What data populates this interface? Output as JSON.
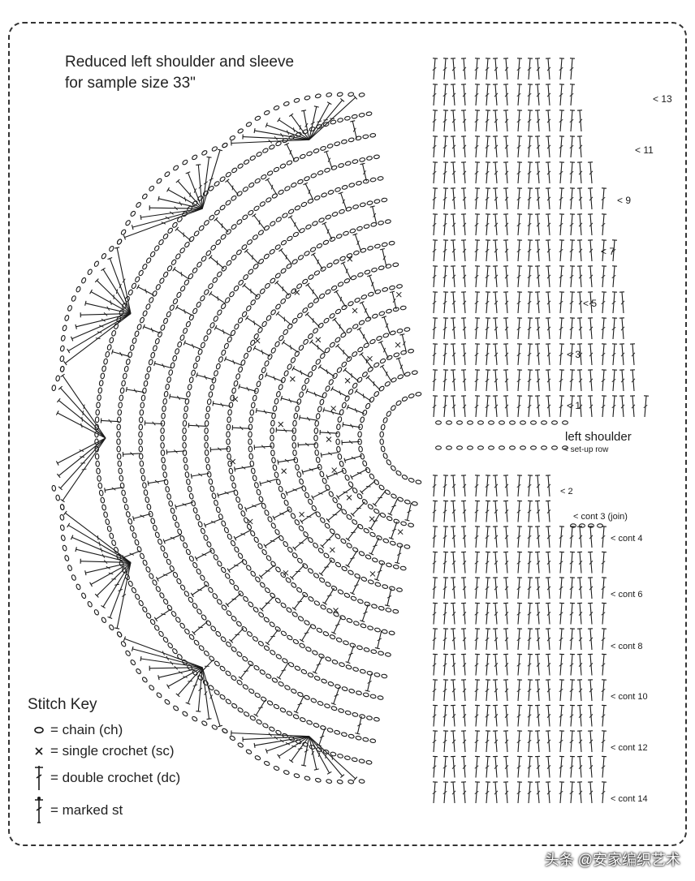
{
  "title": {
    "line1": "Reduced left shoulder and sleeve",
    "line2": "for sample size 33\""
  },
  "shoulder_label": "left shoulder",
  "setup_label": "< set-up row",
  "row_labels_upper": [
    "< 13",
    "< 11",
    "< 9",
    "< 7",
    "< 5",
    "< 3",
    "< 1"
  ],
  "row_labels_lower": [
    "< 2",
    "< cont 3 (join)",
    "< cont 4",
    "< cont 6",
    "< cont 8",
    "< cont 10",
    "< cont 12",
    "< cont 14"
  ],
  "stitch_key": {
    "title": "Stitch Key",
    "items": [
      {
        "symbol": "chain-icon",
        "label": "= chain (ch)"
      },
      {
        "symbol": "single-crochet-icon",
        "label": "= single crochet (sc)"
      },
      {
        "symbol": "double-crochet-icon",
        "label": "= double crochet (dc)"
      },
      {
        "symbol": "marked-stitch-icon",
        "label": "= marked st"
      }
    ]
  },
  "watermark": "头条 @安家编织艺术",
  "colors": {
    "ink": "#1a1a1a",
    "frame": "#333333",
    "accent": "#3a6b8c"
  }
}
